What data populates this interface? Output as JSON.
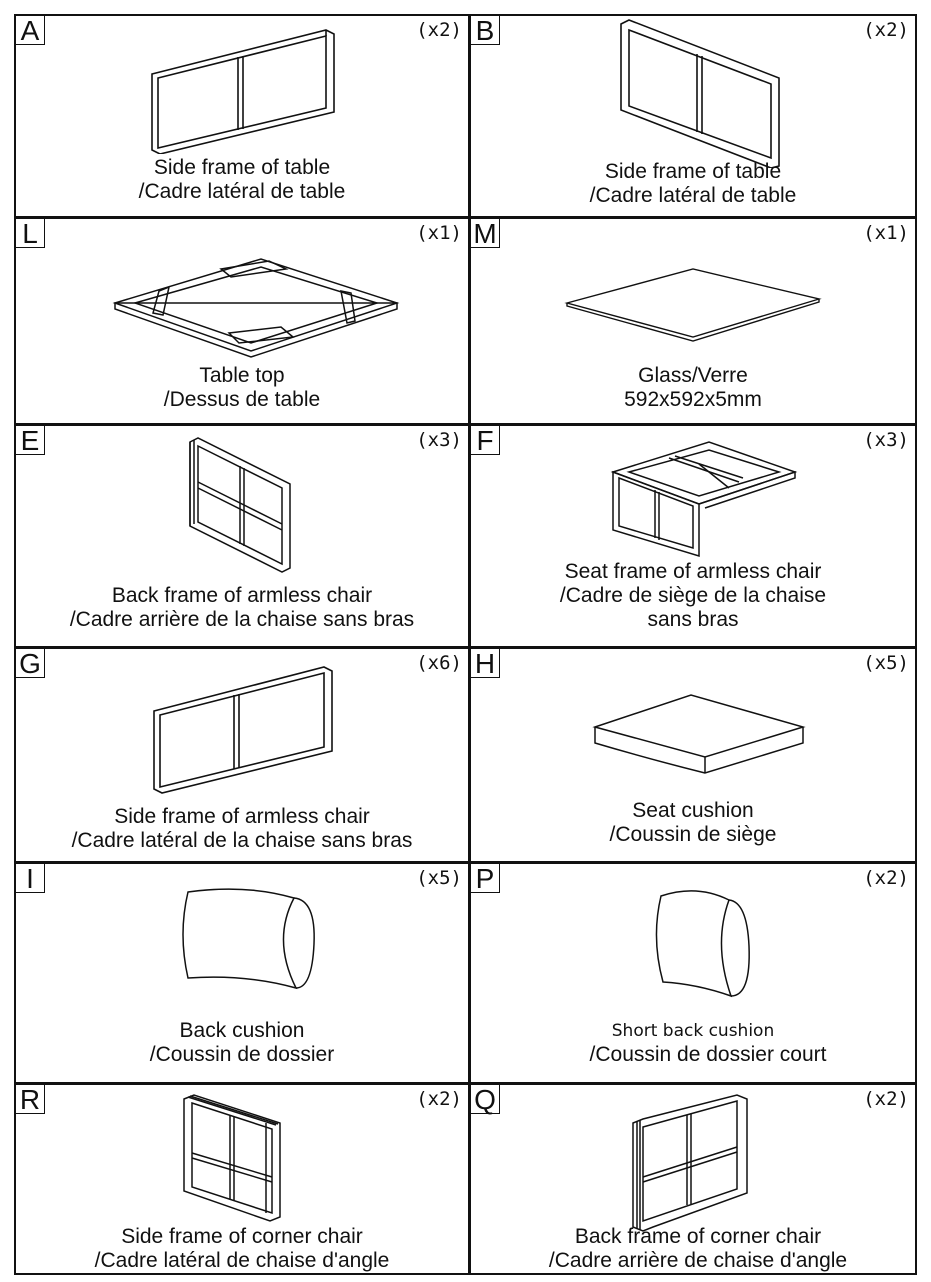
{
  "parts": [
    {
      "letter": "A",
      "qty": "(x2)",
      "lines": [
        "Side frame of table",
        "/Cadre latéral de table"
      ],
      "icon": "side-frame-icon"
    },
    {
      "letter": "B",
      "qty": "(x2)",
      "lines": [
        "Side frame of table",
        "/Cadre latéral de table"
      ],
      "icon": "side-frame-icon"
    },
    {
      "letter": "L",
      "qty": "(x1)",
      "lines": [
        "Table top",
        "/Dessus de table"
      ],
      "icon": "table-top-frame-icon"
    },
    {
      "letter": "M",
      "qty": "(x1)",
      "lines": [
        "Glass/Verre",
        "592x592x5mm"
      ],
      "icon": "glass-panel-icon"
    },
    {
      "letter": "E",
      "qty": "(x3)",
      "lines": [
        "Back frame of armless chair",
        "/Cadre arrière de la chaise sans bras"
      ],
      "icon": "back-frame-icon"
    },
    {
      "letter": "F",
      "qty": "(x3)",
      "lines": [
        "Seat frame of armless chair",
        "/Cadre de siège de la chaise",
        "sans bras"
      ],
      "icon": "seat-frame-icon"
    },
    {
      "letter": "G",
      "qty": "(x6)",
      "lines": [
        "Side frame of armless chair",
        "/Cadre latéral de la chaise sans bras"
      ],
      "icon": "side-frame-icon"
    },
    {
      "letter": "H",
      "qty": "(x5)",
      "lines": [
        "Seat cushion",
        "/Coussin de siège"
      ],
      "icon": "seat-cushion-icon"
    },
    {
      "letter": "I",
      "qty": "(x5)",
      "lines": [
        "Back cushion",
        "/Coussin de dossier"
      ],
      "icon": "back-cushion-icon"
    },
    {
      "letter": "P",
      "qty": "(x2)",
      "lines": [
        "Short back cushion",
        "/Coussin de dossier court"
      ],
      "icon": "short-back-cushion-icon"
    },
    {
      "letter": "R",
      "qty": "(x2)",
      "lines": [
        "Side frame of corner chair",
        "/Cadre latéral de chaise d'angle"
      ],
      "icon": "corner-side-frame-icon"
    },
    {
      "letter": "Q",
      "qty": "(x2)",
      "lines": [
        "Back frame of corner chair",
        "/Cadre arrière de chaise d'angle"
      ],
      "icon": "corner-back-frame-icon"
    }
  ]
}
